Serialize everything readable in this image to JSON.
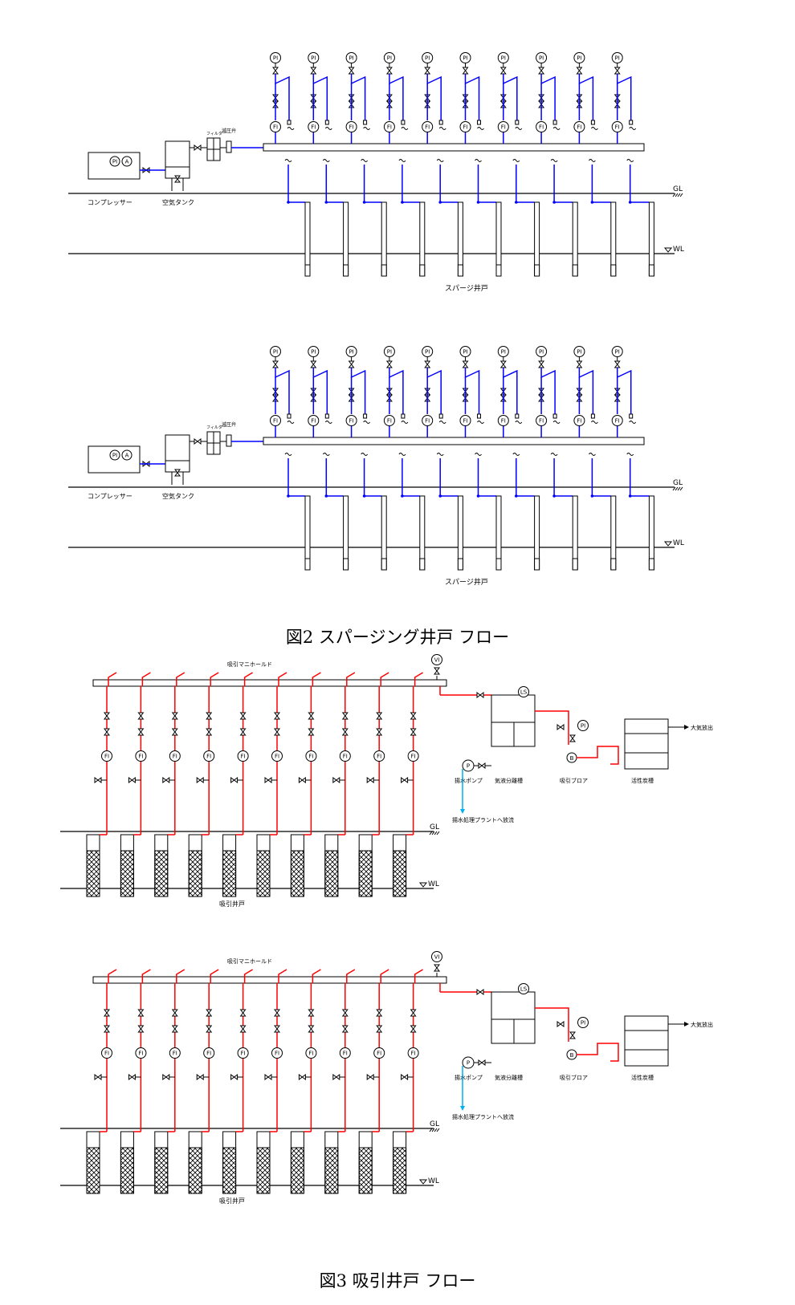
{
  "figure2": {
    "caption": "図2  スパージング井戸  フロー",
    "labels": {
      "compressor": "コンプレッサー",
      "air_tank": "空気タンク",
      "filter": "フィルター",
      "reducing_valve": "減圧弁",
      "wells": "スパージ井戸",
      "gl": "GL",
      "wl": "WL",
      "pi": "PI",
      "fi": "FI",
      "a": "A"
    },
    "well_count": 10,
    "colors": {
      "air_line": "#0000ff",
      "ink": "#000000"
    }
  },
  "figure3": {
    "caption": "図3    吸引井戸  フロー",
    "labels": {
      "manifold": "吸引マニホールド",
      "vi": "VI",
      "ls": "LS",
      "pi": "PI",
      "fi": "FI",
      "p": "P",
      "b": "B",
      "separator": "気液分離槽",
      "blower": "吸引ブロア",
      "carbon": "活性炭槽",
      "atmosphere": "大気放出",
      "drain_pump": "揚水ポンプ",
      "discharge": "揚水処理プラントへ放流",
      "wells": "吸引井戸",
      "gl": "GL",
      "wl": "WL"
    },
    "well_count": 10,
    "colors": {
      "suction_line": "#ff0000",
      "water_line": "#00b0f0",
      "ink": "#000000"
    }
  }
}
